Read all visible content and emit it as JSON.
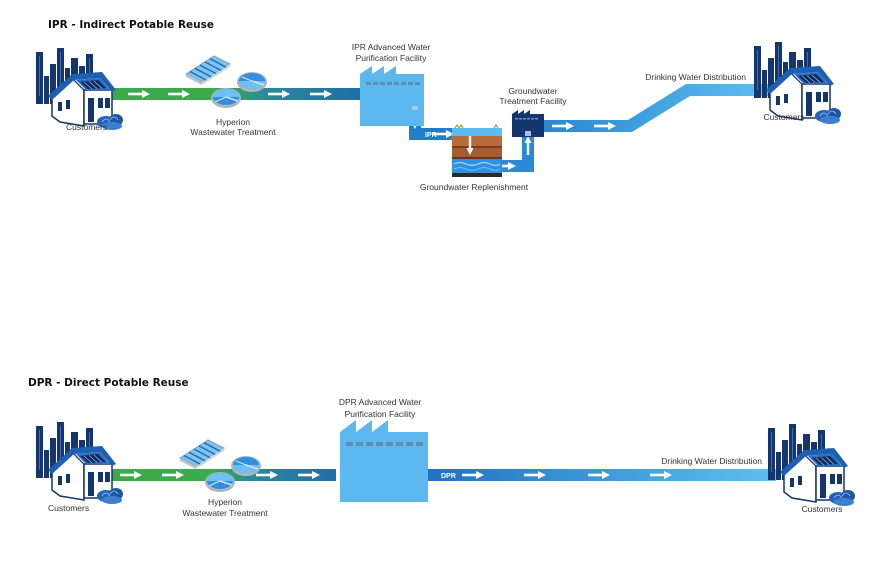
{
  "ipr": {
    "title": "IPR - Indirect Potable Reuse",
    "customers_left": "Customers",
    "hyperion_line1": "Hyperion",
    "hyperion_line2": "Wastewater Treatment",
    "awpf_line1": "IPR Advanced Water",
    "awpf_line2": "Purification Facility",
    "pipe_tag": "IPR",
    "gw_treatment_line1": "Groundwater",
    "gw_treatment_line2": "Treatment Facility",
    "gw_replenishment": "Groundwater Replenishment",
    "distribution": "Drinking Water Distribution",
    "customers_right": "Customers"
  },
  "dpr": {
    "title": "DPR - Direct Potable Reuse",
    "customers_left": "Customers",
    "hyperion_line1": "Hyperion",
    "hyperion_line2": "Wastewater Treatment",
    "awpf_line1": "DPR Advanced Water",
    "awpf_line2": "Purification Facility",
    "pipe_tag": "DPR",
    "distribution": "Drinking Water Distribution",
    "customers_right": "Customers"
  },
  "colors": {
    "wastewater_green": "#3aaa4a",
    "treated_teal": "#2a7ea6",
    "pipe_blue": "#1f7fc8",
    "pipe_light": "#4ab0e6",
    "facility_light": "#5cb8ee",
    "navy": "#14356e"
  }
}
